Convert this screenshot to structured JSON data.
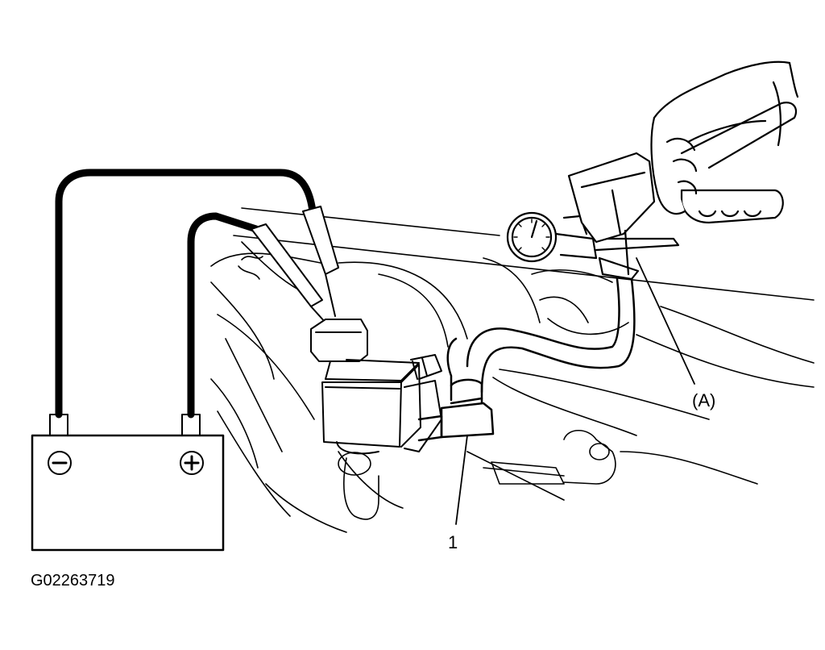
{
  "callouts": {
    "part_1": "1",
    "part_a": "(A)"
  },
  "figure_code": "G02263719",
  "battery": {
    "negative_symbol": "−",
    "positive_symbol": "+"
  },
  "icons": {
    "battery": "battery-icon",
    "vacuum_pump": "vacuum-pump-icon",
    "gauge": "pressure-gauge-icon",
    "hand": "hand-icon",
    "solenoid": "solenoid-valve-icon"
  },
  "colors": {
    "line": "#000000",
    "background": "#ffffff"
  }
}
